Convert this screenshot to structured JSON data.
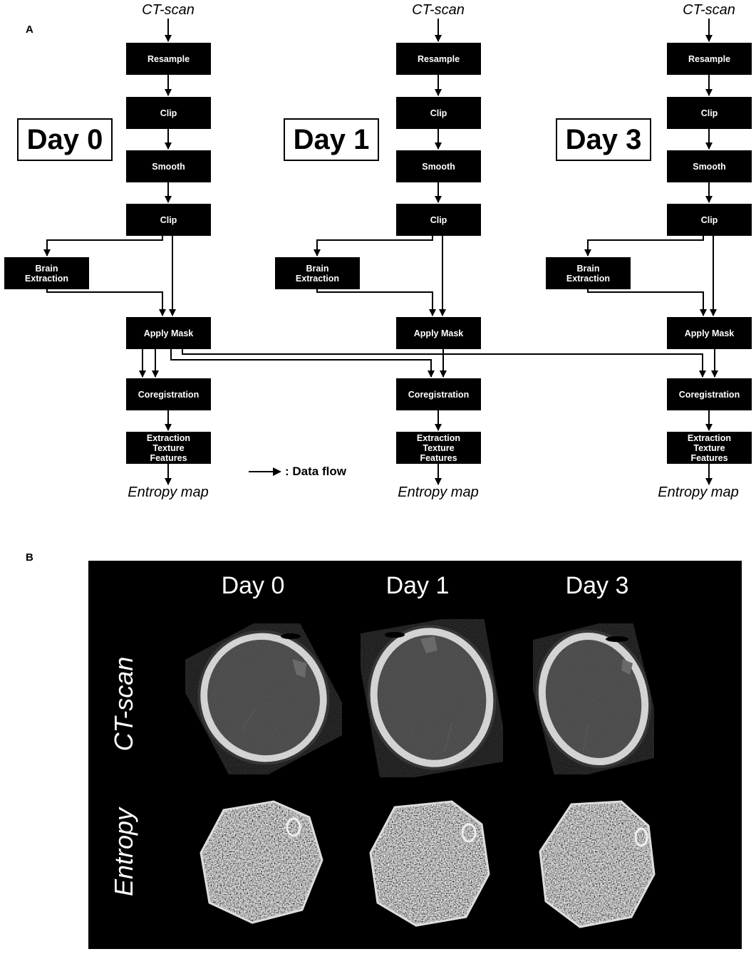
{
  "panel_a": {
    "letter": "A",
    "input_label": "CT-scan",
    "output_label": "Entropy map",
    "days": [
      {
        "label": "Day 0"
      },
      {
        "label": "Day 1"
      },
      {
        "label": "Day 3"
      }
    ],
    "steps": {
      "resample": "Resample",
      "clip": "Clip",
      "smooth": "Smooth",
      "clip2": "Clip",
      "brain_extraction": "Brain\nExtraction",
      "apply_mask": "Apply Mask",
      "coregistration": "Coregistration",
      "extraction": "Extraction\nTexture\nFeatures"
    },
    "legend": {
      "label": ": Data flow"
    }
  },
  "panel_b": {
    "letter": "B",
    "columns": [
      "Day 0",
      "Day 1",
      "Day 3"
    ],
    "rows": [
      "CT-scan",
      "Entropy"
    ],
    "background_color": "#000000"
  }
}
